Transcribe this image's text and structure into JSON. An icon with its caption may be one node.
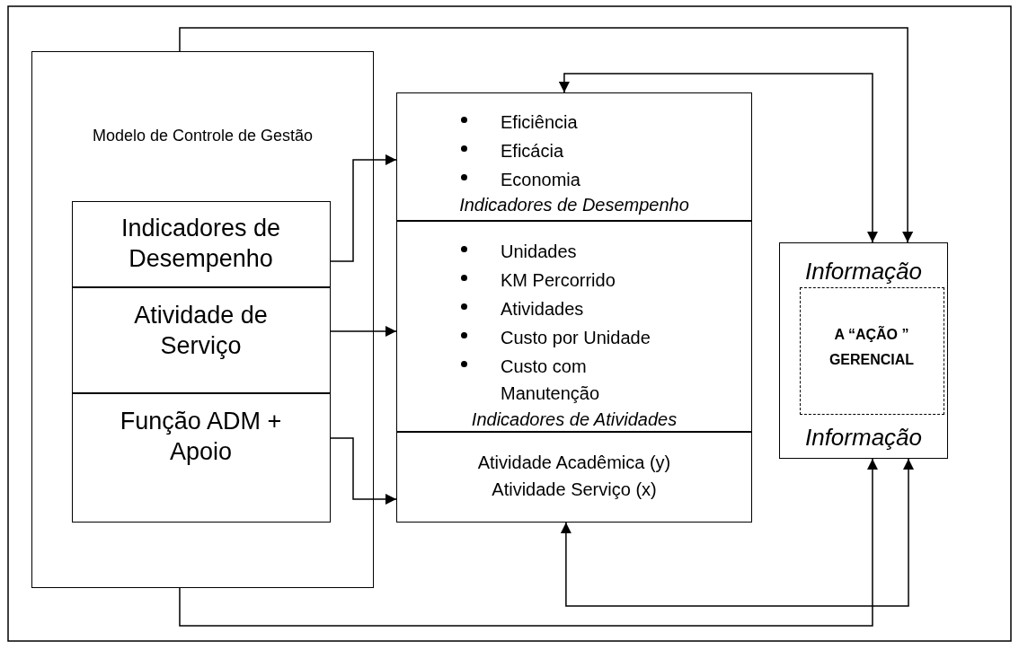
{
  "diagram": {
    "nodes": [
      {
        "text": [
          "Modelo de Controle de Gestão"
        ]
      },
      {
        "text": [
          "Indicadores de Desempenho"
        ],
        "in": 0
      },
      {
        "text": [
          "Atividade de Serviço"
        ],
        "in": 0
      },
      {
        "text": [
          "Função ADM + Apoio"
        ],
        "in": 0
      },
      {
        "text": [
          "Eficiência",
          "Eficácia",
          "Economia",
          "Indicadores de Desempenho"
        ]
      },
      {
        "text": [
          "Unidades",
          "KM Percorrido",
          "Atividades",
          "Custo por Unidade",
          "Custo com Manutenção",
          "Indicadores de Atividades"
        ]
      },
      {
        "text": [
          "Atividade Acadêmica (y)",
          "Atividade Serviço (x)"
        ]
      },
      {
        "text": [
          "Informação",
          "Informação"
        ]
      },
      {
        "text": [
          "A “AÇÃO ” GERENCIAL"
        ],
        "in": 7
      }
    ],
    "edges": [
      {
        "from": 1,
        "to": 4,
        "arrow": "to"
      },
      {
        "from": 2,
        "to": 5,
        "arrow": "to"
      },
      {
        "from": 3,
        "to": 6,
        "arrow": "to"
      },
      {
        "from": 0,
        "to": 7,
        "arrow": "to"
      },
      {
        "from": 4,
        "to": 7,
        "arrow": "both"
      },
      {
        "from": 0,
        "to": 7,
        "arrow": "to"
      },
      {
        "from": 6,
        "to": 7,
        "arrow": "both"
      }
    ]
  }
}
